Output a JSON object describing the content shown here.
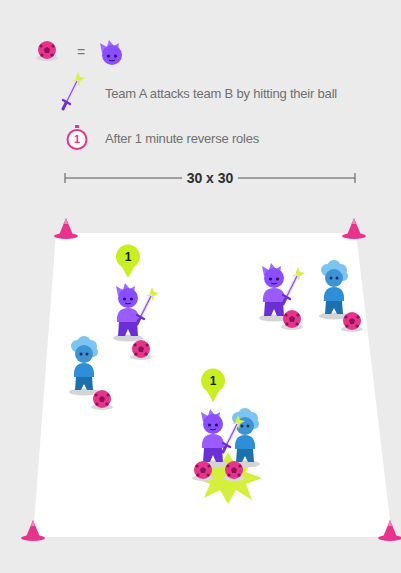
{
  "diagram": {
    "nodes": [
      {
        "text": [
          "1"
        ]
      },
      {
        "text": [
          "1"
        ]
      },
      {
        "text": [
          "1"
        ]
      }
    ],
    "labels": [
      "=",
      "30 x 30"
    ],
    "legend": [
      {
        "text": "Team A attacks team B by hitting their ball"
      },
      {
        "text": "After 1 minute reverse roles"
      }
    ]
  }
}
